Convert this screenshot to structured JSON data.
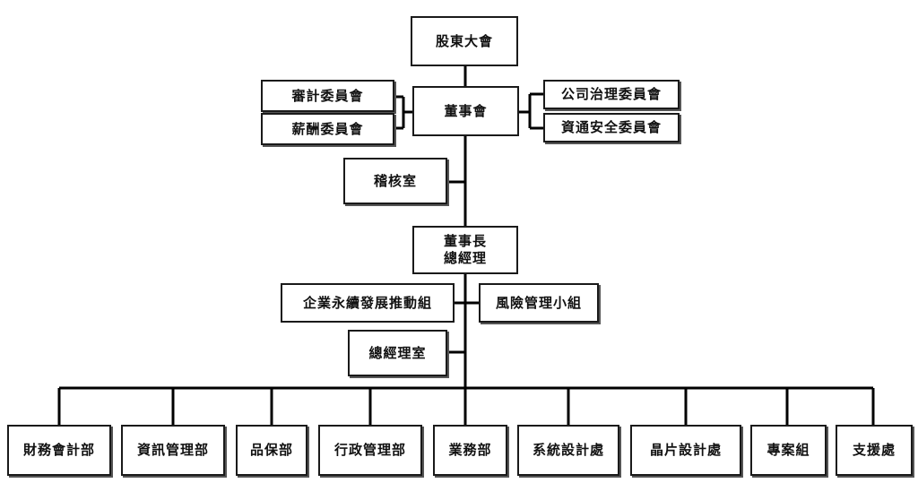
{
  "chart": {
    "shareholders": "股東大會",
    "board": "董事會",
    "audit_committee": "審計委員會",
    "compensation_committee": "薪酬委員會",
    "governance_committee": "公司治理委員會",
    "security_committee": "資通安全委員會",
    "internal_audit": "稽核室",
    "chairman_gm": "董事長\n總經理",
    "esg_team": "企業永續發展推動組",
    "risk_team": "風險管理小組",
    "gm_office": "總經理室",
    "departments": [
      "財務會計部",
      "資訊管理部",
      "品保部",
      "行政管理部",
      "業務部",
      "系統設計處",
      "晶片設計處",
      "專案組",
      "支援處"
    ]
  }
}
